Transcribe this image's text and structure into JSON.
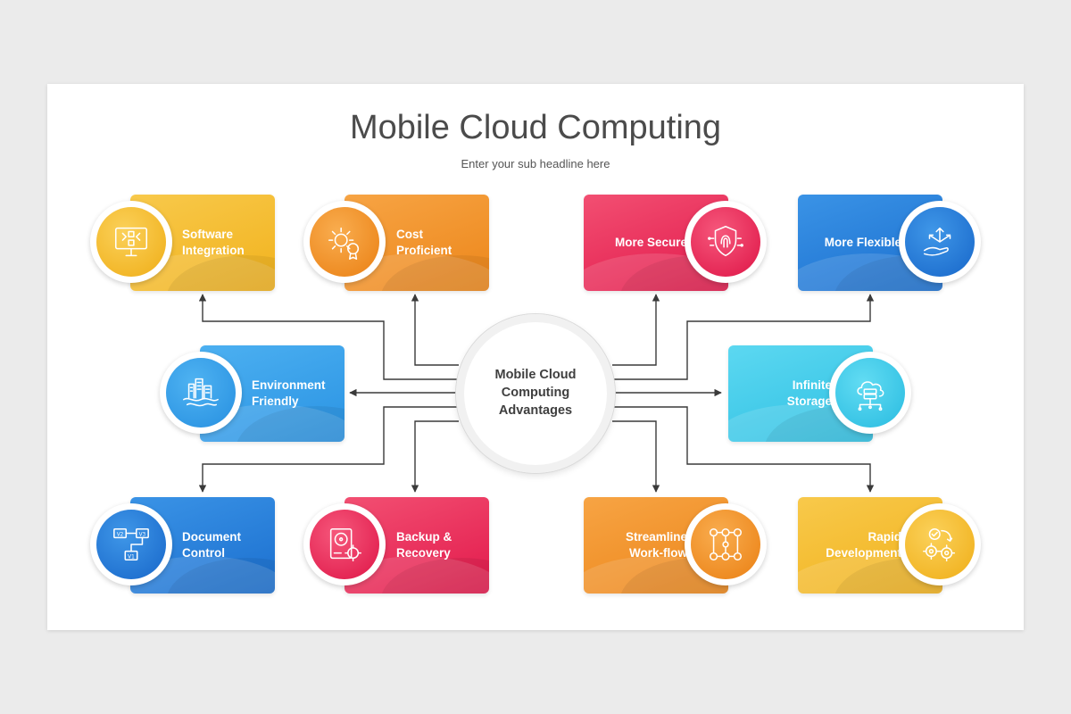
{
  "slide": {
    "title": "Mobile Cloud Computing",
    "subtitle": "Enter your sub headline here"
  },
  "hub": {
    "label": "Mobile Cloud Computing Advantages"
  },
  "items": {
    "software_integration": {
      "line1": "Software",
      "line2": "Integration",
      "icon": "software-integration-icon",
      "color": "#f3b623"
    },
    "cost_proficient": {
      "line1": "Cost",
      "line2": "Proficient",
      "icon": "gear-badge-icon",
      "color": "#ef8d24"
    },
    "more_secure": {
      "line1": "More Secure",
      "line2": "",
      "icon": "fingerprint-shield-icon",
      "color": "#e6245a"
    },
    "more_flexible": {
      "line1": "More Flexible",
      "line2": "",
      "icon": "hand-arrows-icon",
      "color": "#1f74d6"
    },
    "environment_friendly": {
      "line1": "Environment",
      "line2": "Friendly",
      "icon": "city-globe-icon",
      "color": "#2f97e6"
    },
    "infinite_storage": {
      "line1": "Infinite",
      "line2": "Storage",
      "icon": "cloud-storage-icon",
      "color": "#34c6e6"
    },
    "document_control": {
      "line1": "Document",
      "line2": "Control",
      "icon": "version-control-icon",
      "color": "#1f74d6"
    },
    "backup_recovery": {
      "line1": "Backup &",
      "line2": "Recovery",
      "icon": "hard-drive-gear-icon",
      "color": "#e6245a"
    },
    "streamline_workflow": {
      "line1": "Streamline",
      "line2": "Work-flow",
      "icon": "workflow-gears-icon",
      "color": "#ef8d24"
    },
    "rapid_development": {
      "line1": "Rapid",
      "line2": "Development",
      "icon": "development-gears-icon",
      "color": "#f3b623"
    }
  },
  "colors": {
    "connector": "#3a3a3a",
    "title": "#4b4b4b"
  }
}
